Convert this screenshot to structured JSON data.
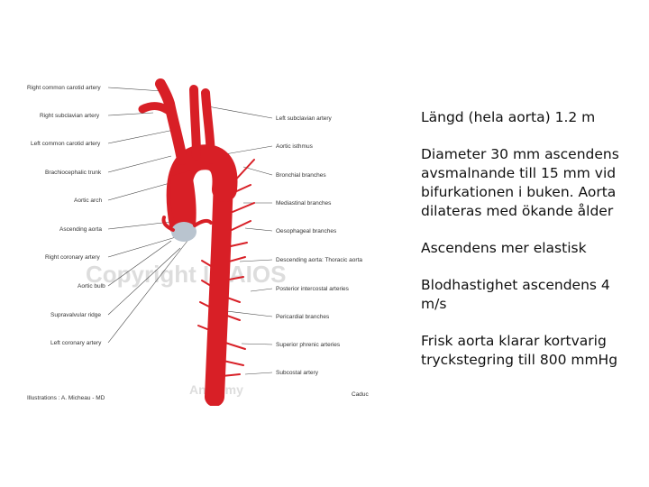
{
  "figure": {
    "labels_left": [
      "Right common carotid artery",
      "Right subclavian artery",
      "Left common carotid artery",
      "Brachiocephalic trunk",
      "Aortic arch",
      "Ascending aorta",
      "Right coronary artery",
      "Aortic bulb",
      "Supravalvular ridge",
      "Left coronary artery"
    ],
    "labels_right": [
      "Left subclavian artery",
      "Aortic isthmus",
      "Bronchial branches",
      "Mediastinal branches",
      "Oesophageal branches",
      "Descending aorta: Thoracic aorta",
      "Posterior intercostal arteries",
      "Pericardial branches",
      "Superior phrenic arteries",
      "Subcostal artery"
    ],
    "credit": "Illustrations : A. Micheau - MD",
    "watermark": "Copyright IMAIOS",
    "watermark2": "Anatomy",
    "logo": "Caduc",
    "colors": {
      "artery": "#d81f26",
      "valve": "#b9c4cf"
    }
  },
  "notes": [
    "Längd (hela aorta) 1.2 m",
    "Diameter 30 mm ascendens avsmalnande till 15 mm vid bifurkationen i buken. Aorta dilateras med ökande ålder",
    "Ascendens mer elastisk",
    "Blodhastighet ascendens 4 m/s",
    "Frisk aorta klarar kortvarig tryckstegring till 800 mmHg"
  ]
}
